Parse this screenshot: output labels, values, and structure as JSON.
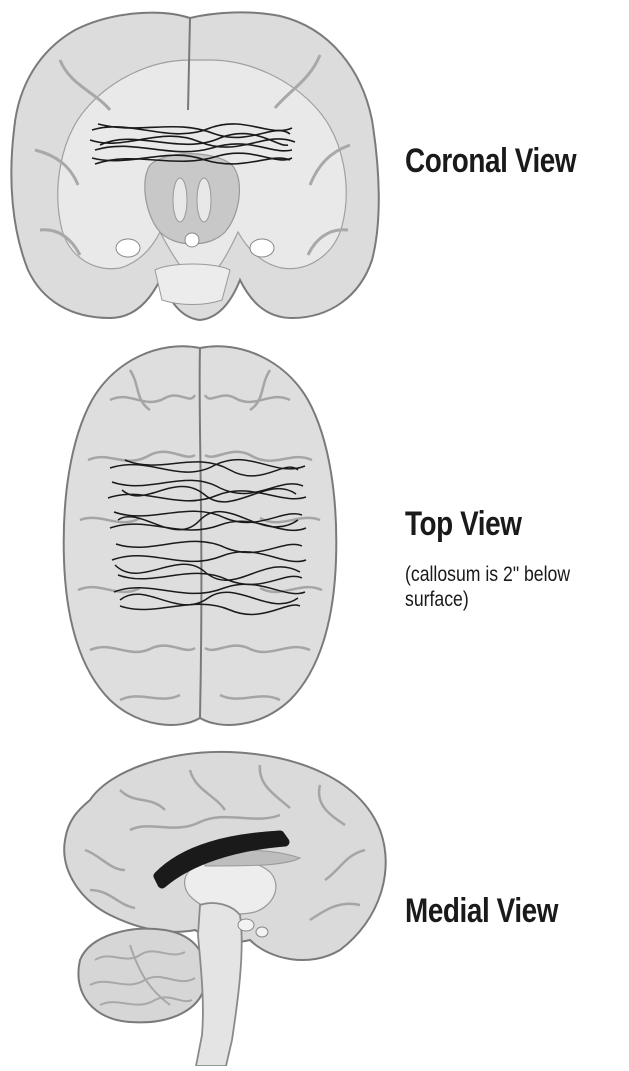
{
  "views": {
    "coronal": {
      "label": "Coronal View"
    },
    "top": {
      "label": "Top View",
      "note_line1": "(callosum is 2\" below",
      "note_line2": "surface)"
    },
    "medial": {
      "label": "Medial View"
    }
  },
  "colors": {
    "tissue_light": "#dcdcdc",
    "tissue_mid": "#c4c4c4",
    "outline": "#7a7a7a",
    "fibers": "#1a1a1a",
    "background": "#ffffff"
  }
}
